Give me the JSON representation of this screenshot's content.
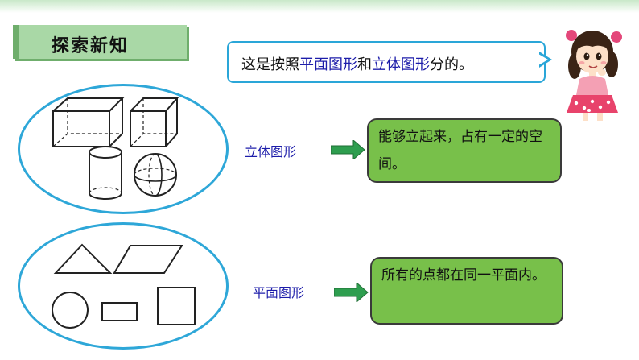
{
  "header": {
    "title": "探索新知"
  },
  "speech": {
    "before": "这是按照",
    "planar": "平面图形",
    "middle": "和",
    "solid": "立体图形",
    "after": "分的。"
  },
  "solid_section": {
    "category_label": "立体图形",
    "definition": "能够立起来，占有一定的空间。",
    "shape_icons": [
      "cuboid-icon",
      "cube-icon",
      "cylinder-icon",
      "sphere-icon"
    ]
  },
  "planar_section": {
    "category_label": "平面图形",
    "definition": "所有的点都在同一平面内。",
    "shape_icons": [
      "triangle-icon",
      "parallelogram-icon",
      "circle-icon",
      "rectangle-icon",
      "square-icon"
    ]
  },
  "colors": {
    "ellipse_border": "#2ea7d8",
    "definition_fill": "#78c04a",
    "arrow_fill": "#2e9e4f",
    "label_blue": "#1d1daa",
    "title_tab": "#a9d8a6"
  }
}
